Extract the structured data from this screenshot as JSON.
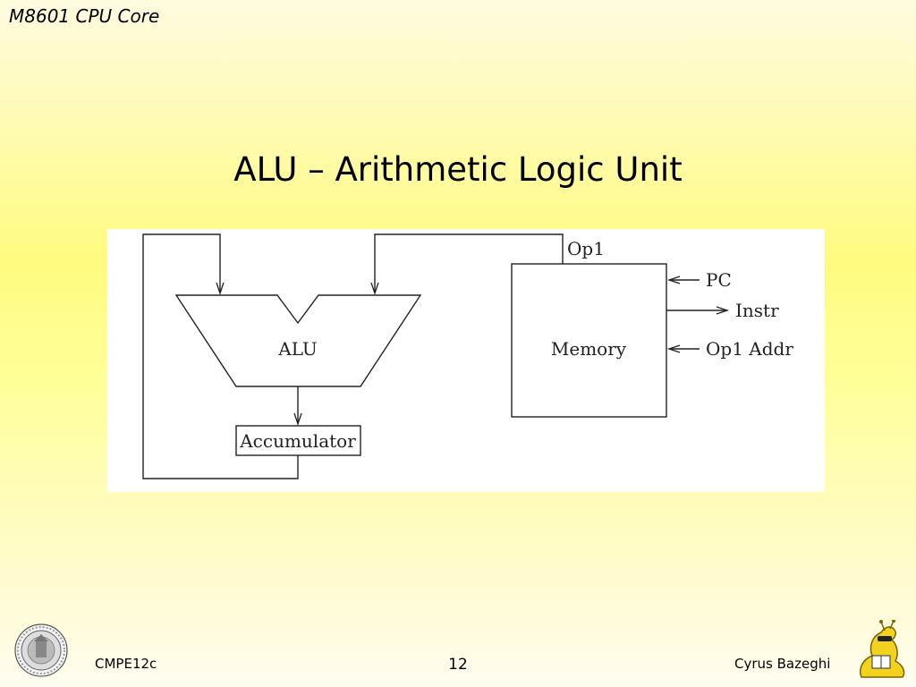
{
  "header": {
    "section": "M8601 CPU Core"
  },
  "slide": {
    "title": "ALU – Arithmetic Logic Unit"
  },
  "diagram": {
    "alu": "ALU",
    "accumulator": "Accumulator",
    "memory": "Memory",
    "op1": "Op1",
    "pc": "PC",
    "instr": "Instr",
    "op1_addr": "Op1 Addr"
  },
  "footer": {
    "course": "CMPE12c",
    "page_number": "12",
    "author": "Cyrus Bazeghi"
  },
  "colors": {
    "background_top": "#fffbe0",
    "background_mid": "#ffff99",
    "diagram_line": "#222222"
  },
  "icons": {
    "seal": "university-seal-icon",
    "mascot": "banana-slug-mascot-icon"
  }
}
